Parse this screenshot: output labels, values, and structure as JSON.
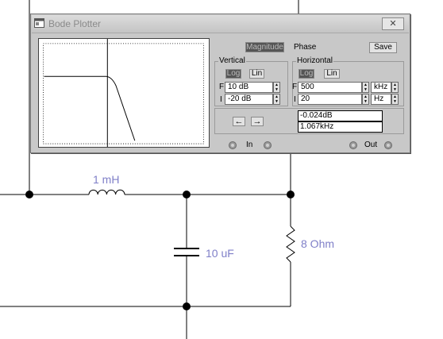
{
  "window": {
    "title": "Bode Plotter",
    "close_glyph": "✕",
    "icon": "app-window-icon"
  },
  "mode_tabs": {
    "magnitude": "Magnitude",
    "phase": "Phase",
    "active": "Magnitude"
  },
  "save_label": "Save",
  "vertical": {
    "title": "Vertical",
    "log_label": "Log",
    "lin_label": "Lin",
    "active_scale": "Log",
    "final_label": "F",
    "initial_label": "I",
    "final_value": "10 dB",
    "initial_value": "-20 dB"
  },
  "horizontal": {
    "title": "Horizontal",
    "log_label": "Log",
    "lin_label": "Lin",
    "active_scale": "Log",
    "final_label": "F",
    "initial_label": "I",
    "final_value": "500",
    "final_unit": "kHz",
    "initial_value": "20",
    "initial_unit": "Hz"
  },
  "cursor": {
    "left_glyph": "←",
    "right_glyph": "→",
    "magnitude_readout": "-0.024dB",
    "frequency_readout": "1.067kHz"
  },
  "terminals": {
    "in_label": "In",
    "out_label": "Out"
  },
  "schematic": {
    "inductor_label": "1 mH",
    "capacitor_label": "10 uF",
    "resistor_label": "8  Ohm",
    "wire_color": "#000000",
    "label_color": "#7f7fc8"
  },
  "colors": {
    "window_bg": "#c8c8c8",
    "active_button": "#555555",
    "graph_bg": "#ffffff"
  }
}
